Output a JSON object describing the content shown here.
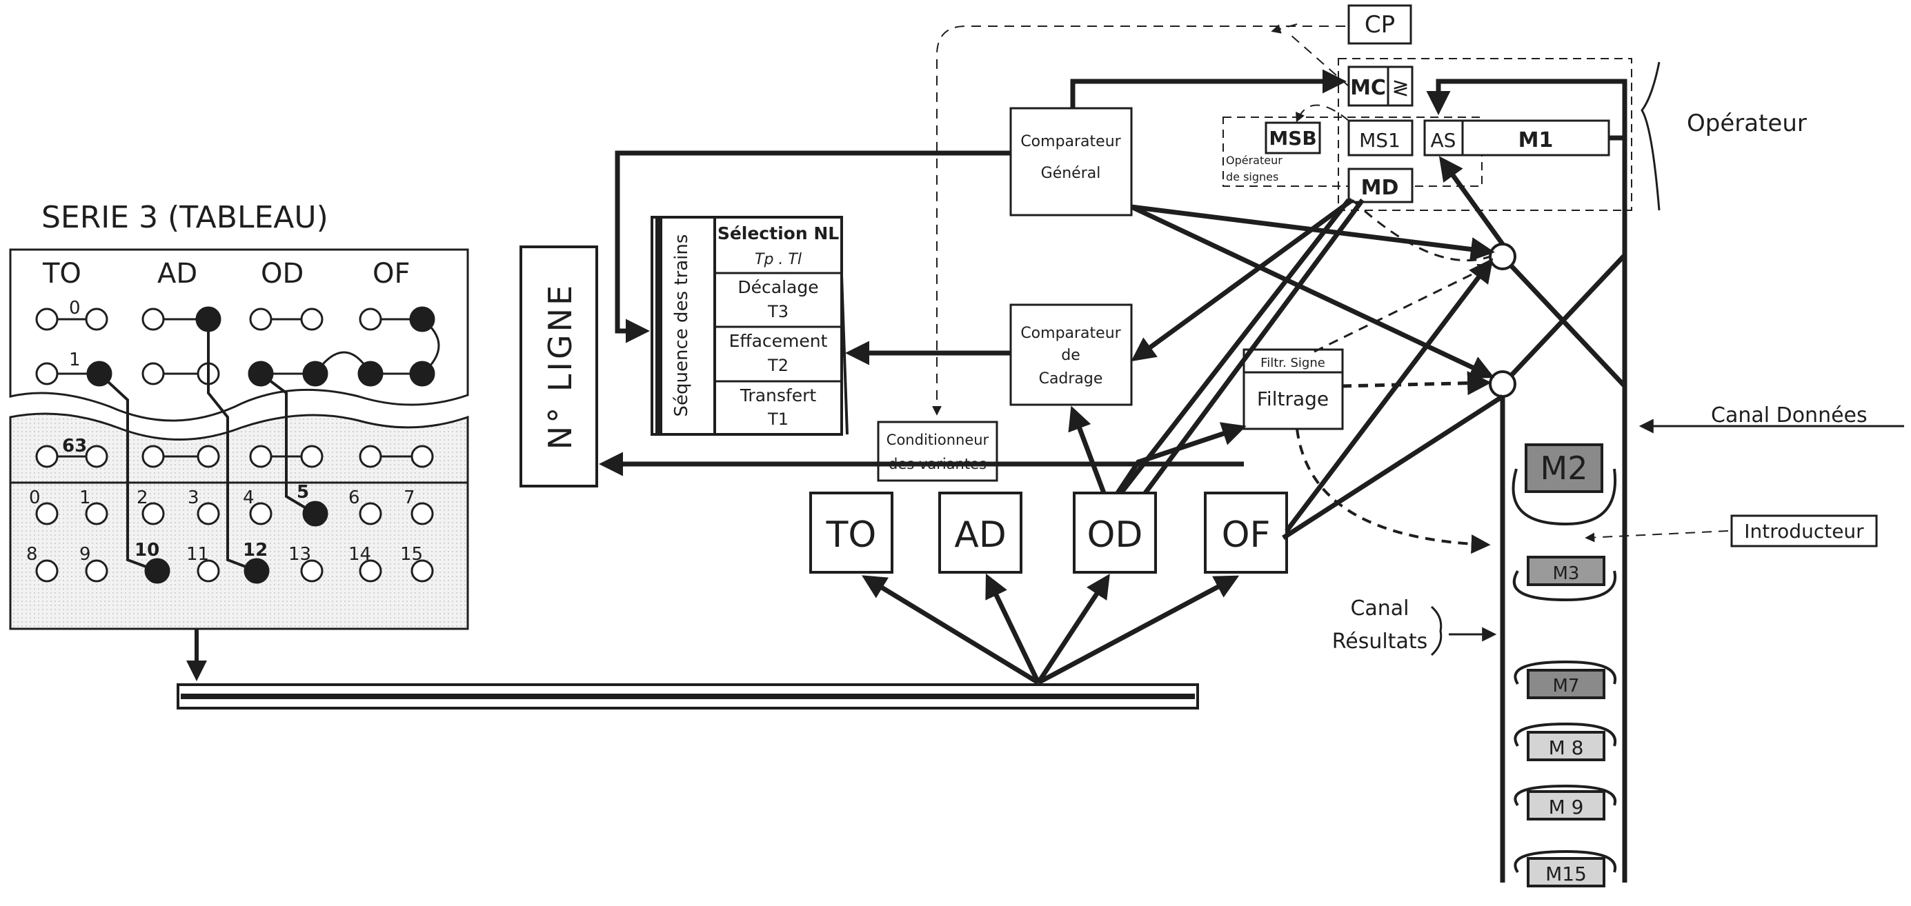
{
  "colors": {
    "ink": "#1e1e1e",
    "paper": "#ffffff",
    "memory_dark": "#8a8a8a",
    "memory_light": "#d4d4d4",
    "shade": "#e6e6e6"
  },
  "tableau": {
    "title": "SERIE 3  (TABLEAU)",
    "columns": [
      "TO",
      "AD",
      "OD",
      "OF"
    ],
    "row_labels": [
      "0",
      "1",
      "63"
    ],
    "bottom_numbers": [
      "0",
      "1",
      "2",
      "3",
      "4",
      "5",
      "6",
      "7",
      "8",
      "9",
      "10",
      "11",
      "12",
      "13",
      "14",
      "15"
    ]
  },
  "ligne": {
    "label": "N° LIGNE"
  },
  "sequence": {
    "title": "Séquence des trains",
    "rows": [
      {
        "main": "Sélection NL",
        "sub": "Tp . Tl"
      },
      {
        "main": "Décalage",
        "sub": "T3"
      },
      {
        "main": "Effacement",
        "sub": "T2"
      },
      {
        "main": "Transfert",
        "sub": "T1"
      }
    ]
  },
  "boxes": {
    "comparateur_general": [
      "Comparateur",
      "Général"
    ],
    "comparateur_cadrage": [
      "Comparateur",
      "de",
      "Cadrage"
    ],
    "conditionneur": [
      "Conditionneur",
      "des variantes"
    ],
    "filtrage": "Filtrage",
    "filtr_signe": "Filtr. Signe",
    "to": "TO",
    "ad": "AD",
    "od": "OD",
    "of": "OF",
    "cp": "CP",
    "mc": "MC",
    "mc_symbol": "≷",
    "msb": "MSB",
    "ms1": "MS1",
    "as": "AS",
    "m1": "M1",
    "md": "MD",
    "operateur_signes": [
      "Opérateur",
      "de signes"
    ]
  },
  "labels": {
    "operateur": "Opérateur",
    "canal_donnees": "Canal Données",
    "introducteur": "Introducteur",
    "canal_resultats": [
      "Canal",
      "Résultats"
    ]
  },
  "memories": [
    "M2",
    "M3",
    "M7",
    "M 8",
    "M 9",
    "M15"
  ]
}
